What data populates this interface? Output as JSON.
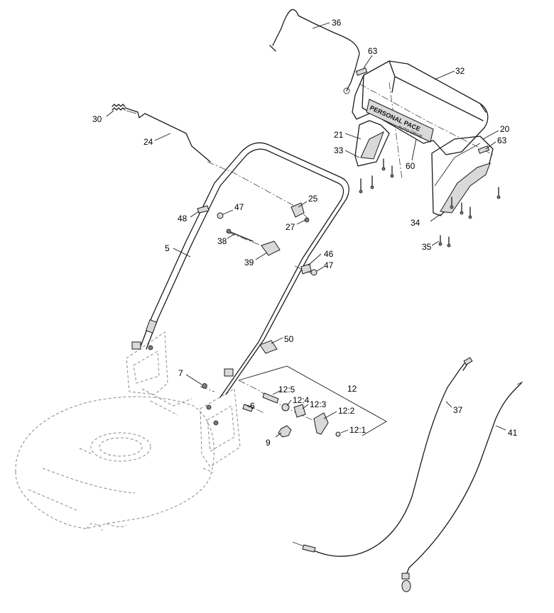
{
  "diagram": {
    "type": "exploded-parts-diagram",
    "brand_text": "PERSONAL PACE",
    "brand_subtext": "AUTO-DRIVE",
    "callouts": [
      "36",
      "63",
      "32",
      "30",
      "24",
      "21",
      "20",
      "63",
      "33",
      "60",
      "25",
      "48",
      "47",
      "27",
      "38",
      "5",
      "39",
      "46",
      "47",
      "34",
      "35",
      "50",
      "7",
      "12",
      "12:5",
      "12:4",
      "6",
      "12:3",
      "12:2",
      "37",
      "41",
      "9",
      "12:1"
    ]
  }
}
